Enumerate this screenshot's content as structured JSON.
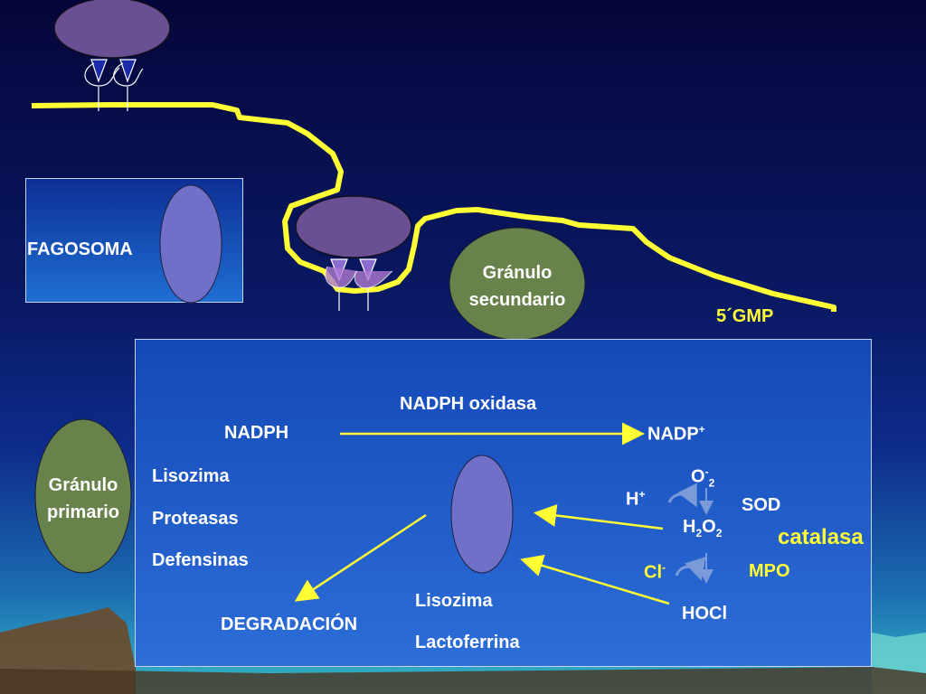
{
  "labels": {
    "fagosoma": "FAGOSOMA",
    "granulo_secundario_1": "Gránulo",
    "granulo_secundario_2": "secundario",
    "gmp": "5´GMP",
    "granulo_primario_1": "Gránulo",
    "granulo_primario_2": "primario",
    "nadph_oxidasa": "NADPH oxidasa",
    "nadph": "NADPH",
    "nadp": "NADP",
    "nadp_sup": "+",
    "lisozima_left": "Lisozima",
    "proteasas": "Proteasas",
    "defensinas": "Defensinas",
    "degradacion": "DEGRADACIÓN",
    "lisozima_bottom": "Lisozima",
    "lactoferrina": "Lactoferrina",
    "o2": "O",
    "o2_sup": "-",
    "o2_sub": "2",
    "h_plus": "H",
    "h_plus_sup": "+",
    "sod": "SOD",
    "h2o2_h": "H",
    "h2o2_sub1": "2",
    "h2o2_o": "O",
    "h2o2_sub2": "2",
    "catalasa": "catalasa",
    "cl": "Cl",
    "cl_sup": "-",
    "mpo": "MPO",
    "hocl": "HOCl"
  },
  "colors": {
    "membrane": "#ffff33",
    "cell_purple": "#6b4f93",
    "vesicle": "#6f6fc9",
    "granule_green": "#67824a",
    "text": "#ffffff",
    "accent_text": "#ffff33"
  }
}
